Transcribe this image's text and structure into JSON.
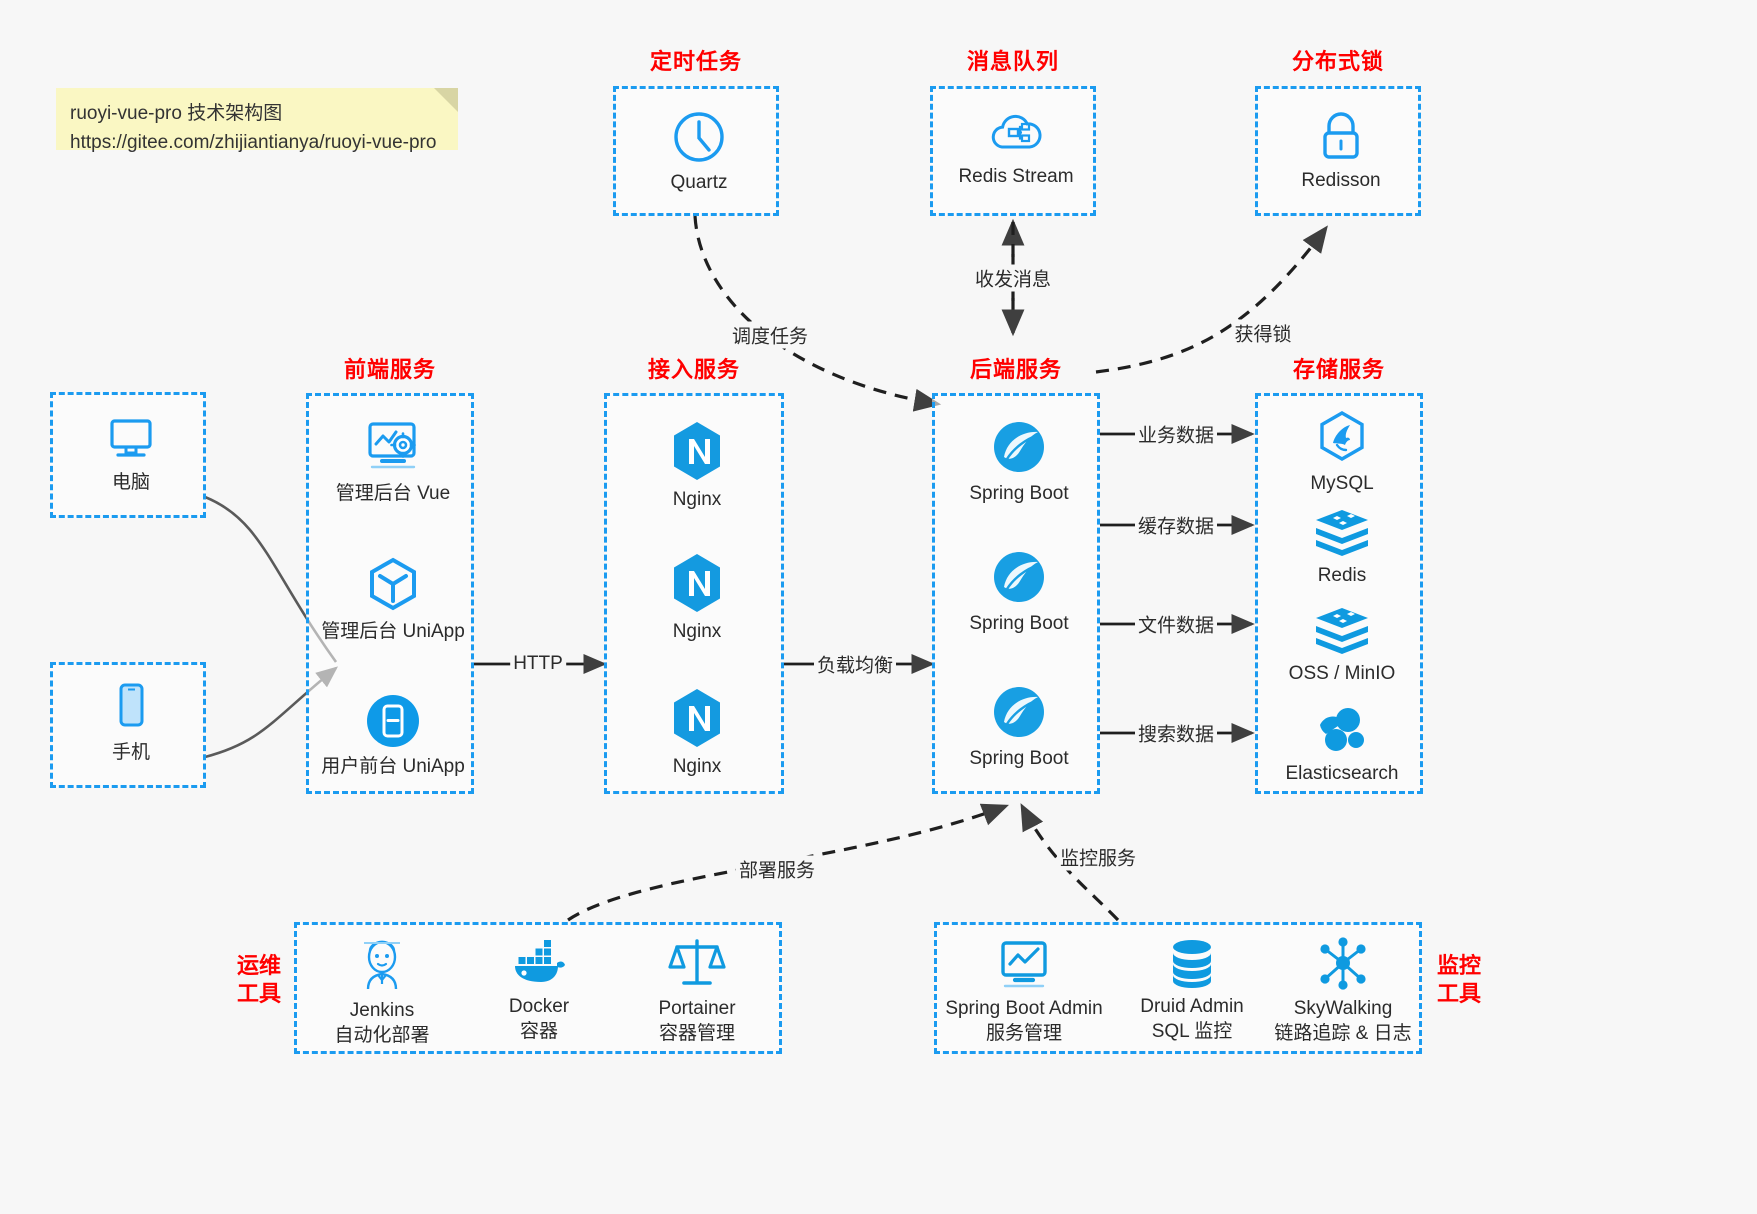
{
  "note": {
    "line1": "ruoyi-vue-pro 技术架构图",
    "line2": "https://gitee.com/zhijiantianya/ruoyi-vue-pro"
  },
  "colors": {
    "accent_blue": "#1b9bf0",
    "title_red": "#ff0000",
    "canvas": "#f7f7f7",
    "note_yellow": "#faf7c3",
    "edge_gray": "#595959",
    "text": "#2b2b2b"
  },
  "groups": {
    "scheduler": {
      "title": "定时任务",
      "items": [
        {
          "label": "Quartz",
          "icon": "clock-icon"
        }
      ]
    },
    "mq": {
      "title": "消息队列",
      "items": [
        {
          "label": "Redis Stream",
          "icon": "cloud-stream-icon"
        }
      ]
    },
    "lock": {
      "title": "分布式锁",
      "items": [
        {
          "label": "Redisson",
          "icon": "padlock-icon"
        }
      ]
    },
    "clients": {
      "items": [
        {
          "label": "电脑",
          "icon": "desktop-icon"
        },
        {
          "label": "手机",
          "icon": "mobile-phone-icon"
        }
      ]
    },
    "frontend": {
      "title": "前端服务",
      "items": [
        {
          "label": "管理后台 Vue",
          "icon": "dashboard-gear-icon"
        },
        {
          "label": "管理后台 UniApp",
          "icon": "hexagon-cube-icon"
        },
        {
          "label": "用户前台 UniApp",
          "icon": "mobile-app-icon"
        }
      ]
    },
    "gateway": {
      "title": "接入服务",
      "items": [
        {
          "label": "Nginx",
          "icon": "nginx-icon"
        },
        {
          "label": "Nginx",
          "icon": "nginx-icon"
        },
        {
          "label": "Nginx",
          "icon": "nginx-icon"
        }
      ]
    },
    "backend": {
      "title": "后端服务",
      "items": [
        {
          "label": "Spring Boot",
          "icon": "spring-boot-icon"
        },
        {
          "label": "Spring Boot",
          "icon": "spring-boot-icon"
        },
        {
          "label": "Spring Boot",
          "icon": "spring-boot-icon"
        }
      ]
    },
    "storage": {
      "title": "存储服务",
      "items": [
        {
          "label": "MySQL",
          "icon": "mysql-dolphin-icon"
        },
        {
          "label": "Redis",
          "icon": "redis-stack-icon"
        },
        {
          "label": "OSS / MinIO",
          "icon": "redis-stack-icon"
        },
        {
          "label": "Elasticsearch",
          "icon": "elasticsearch-icon"
        }
      ]
    },
    "devops": {
      "title": "运维\n工具",
      "items": [
        {
          "label": "Jenkins",
          "sublabel": "自动化部署",
          "icon": "jenkins-butler-icon"
        },
        {
          "label": "Docker",
          "sublabel": "容器",
          "icon": "docker-whale-icon"
        },
        {
          "label": "Portainer",
          "sublabel": "容器管理",
          "icon": "scales-icon"
        }
      ]
    },
    "monitor": {
      "title": "监控\n工具",
      "items": [
        {
          "label": "Spring Boot Admin",
          "sublabel": "服务管理",
          "icon": "chart-monitor-icon"
        },
        {
          "label": "Druid Admin",
          "sublabel": "SQL 监控",
          "icon": "database-icon"
        },
        {
          "label": "SkyWalking",
          "sublabel": "链路追踪 & 日志",
          "icon": "network-nodes-icon"
        }
      ]
    }
  },
  "edges": [
    {
      "id": "http",
      "label": "HTTP"
    },
    {
      "id": "load-balance",
      "label": "负载均衡"
    },
    {
      "id": "schedule-task",
      "label": "调度任务"
    },
    {
      "id": "send-receive-message",
      "label": "收发消息"
    },
    {
      "id": "acquire-lock",
      "label": "获得锁"
    },
    {
      "id": "business-data",
      "label": "业务数据"
    },
    {
      "id": "cache-data",
      "label": "缓存数据"
    },
    {
      "id": "file-data",
      "label": "文件数据"
    },
    {
      "id": "search-data",
      "label": "搜索数据"
    },
    {
      "id": "deploy-service",
      "label": "部署服务"
    },
    {
      "id": "monitor-service",
      "label": "监控服务"
    }
  ]
}
